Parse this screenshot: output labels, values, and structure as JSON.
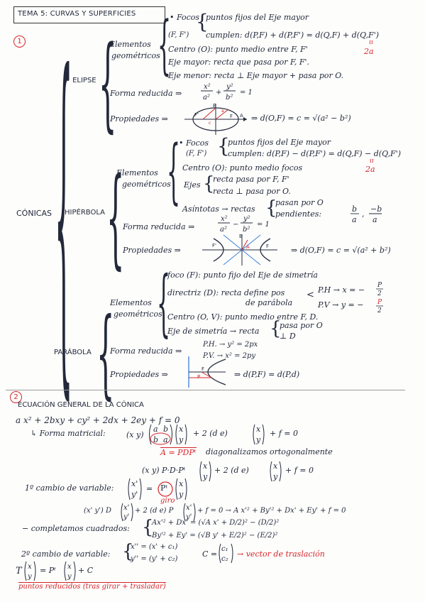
{
  "tema": "TEMA 5: CURVAS Y SUPERFICIES",
  "n1": "1",
  "n2": "2",
  "conicas": "CÓNICAS",
  "elipse": {
    "label": "ELIPSE",
    "elementos": [
      "Elementos",
      "geométricos"
    ],
    "focos": "Focos",
    "focos_sub": "(F, F')",
    "focos_l1": "puntos fijos del Eje mayor",
    "focos_l2": "cumplen: d(P,F) + d(P,F') = d(Q,F) + d(Q,F')",
    "ii": "ıı",
    "dos_a": "2a",
    "centro": "Centro (O): punto medio entre F, F'",
    "eje_mayor": "Eje mayor: recta que pasa por F, F'.",
    "eje_menor": "Eje menor: recta ⊥ Eje mayor + pasa por O.",
    "forma_label": "Forma reducida ⇒",
    "propiedades_label": "Propiedades ⇒",
    "prop_result": "⇒ d(O,F) = c = √(a² − b²)"
  },
  "hiperbola": {
    "label": "HIPÉRBOLA",
    "elementos": [
      "Elementos",
      "geométricos"
    ],
    "focos": "Focos",
    "focos_sub": "(F, F')",
    "focos_l1": "puntos fijos del Eje mayor",
    "focos_l2": "cumplen: d(P,F) − d(P,F') = d(Q,F) − d(Q,F')",
    "ii": "ıı",
    "dos_a": "2a",
    "centro": "Centro (O): punto medio focos",
    "ejes": "Ejes",
    "ejes_l1": "recta pasa por F, F'",
    "ejes_l2": "recta ⊥ pasa por O.",
    "asintotas": "Asíntotas → rectas",
    "asint_l1": "pasan por O",
    "asint_l2": "pendientes:",
    "forma_label": "Forma reducida ⇒",
    "propiedades_label": "Propiedades ⇒",
    "prop_result": "⇒ d(O,F) = c = √(a² + b²)"
  },
  "parabola": {
    "label": "PARÁBOLA",
    "elementos": [
      "Elementos",
      "geométricos"
    ],
    "foco": "foco (F): punto fijo del Eje de simetría",
    "directriz": "directriz (D): recta define pos",
    "directriz2": "de parábola",
    "ph_label": "P.H → x = −",
    "pv_label": "P.V → y = −",
    "centro": "Centro (O, V): punto medio entre F, D.",
    "eje": "Eje de simetría → recta",
    "eje_l1": "pasa por O",
    "eje_l2": "⊥ D",
    "forma_label": "Forma reducida ⇒",
    "ph_form": "P.H. → y² = 2px",
    "pv_form": "P.V. → x² = 2py",
    "propiedades_label": "Propiedades ⇒",
    "prop_result": "⇒ d(P,F) = d(P,d)"
  },
  "sec2": {
    "title": "ECUACIÓN GENERAL DE LA CÓNICA",
    "eq": "a x² + 2bxy + cy² + 2dx + 2ey + f = 0",
    "matricial_label": "↳ Forma matricial:",
    "matricial_rest": "+ 2 (d e)",
    "plus_f": "+ f = 0",
    "A_eq": "A = PDPᵗ",
    "diag": "diagonalizamos ortogonalmente",
    "eq2a": "(x y) P·D·Pᵗ",
    "eq2b": "+ 2 (d e)",
    "cambio1": "1º cambio de variable:",
    "pt": "Pᵗ",
    "giro": "giro",
    "eq3": "(x' y') D",
    "eq3b": "+ 2 (d e) P",
    "eq3c": "+ f = 0  →  A x'² + By'² + Dx' + Ey' + f = 0",
    "completamos": "− completamos cuadrados:",
    "cc1": "Ax'² + Dx' = (√A x' + D/2)² − (D/2)²",
    "cc2": "By'² + Ey' = (√B y' + E/2)² − (E/2)²",
    "cambio2": "2º cambio de variable:",
    "cv1": "x'' = (x' + c₁)",
    "cv2": "y'' = (y' + c₂)",
    "C_label": "C =",
    "vector": "→ vector de traslación",
    "T_label": "T",
    "T_rest": "= Pᵗ",
    "T_rest2": "+ C",
    "reducidos": "puntos reducidos (tras girar + trasladar)"
  }
}
